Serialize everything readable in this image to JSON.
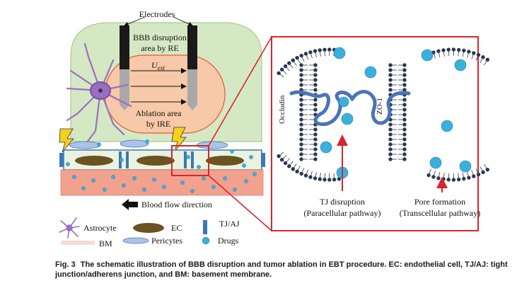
{
  "figure": {
    "labels": {
      "electrodes": "Electrodes",
      "bbb_line1": "BBB disruption",
      "bbb_line2": "area by RE",
      "uext_main": "U",
      "uext_sub": "ext",
      "ablation_line1": "Ablation area",
      "ablation_line2": "by IRE",
      "blood_flow": "Blood flow direction",
      "occludin": "Occludin",
      "zo1": "ZO-1",
      "tj_line1": "TJ disruption",
      "tj_line2": "(Paracellular pathway)",
      "pore_line1": "Pore formation",
      "pore_line2": "(Transcellular pathway)"
    },
    "legend": {
      "astrocyte": "Astrocyte",
      "ec": "EC",
      "tjaj": "TJ/AJ",
      "bm": "BM",
      "pericytes": "Pericytes",
      "drugs": "Drugs"
    },
    "colors": {
      "highlight_red": "#d9242b",
      "drug_blue": "#3ab0dd",
      "protein_blue": "#4a73b8",
      "green_zone": "#d5e8c4",
      "ablation_peach": "#f7c9a8",
      "vessel_pink": "#f2a18f",
      "ec_brown": "#6b5322",
      "astrocyte_purple": "#9b6fc0",
      "electrode_black": "#1a1a1a"
    }
  },
  "caption": {
    "label": "Fig. 3",
    "text": "The schematic illustration of BBB disruption and tumor ablation in EBT procedure. EC: endothelial cell, TJ/AJ: tight junction/adherens junction, and BM: basement membrane."
  }
}
